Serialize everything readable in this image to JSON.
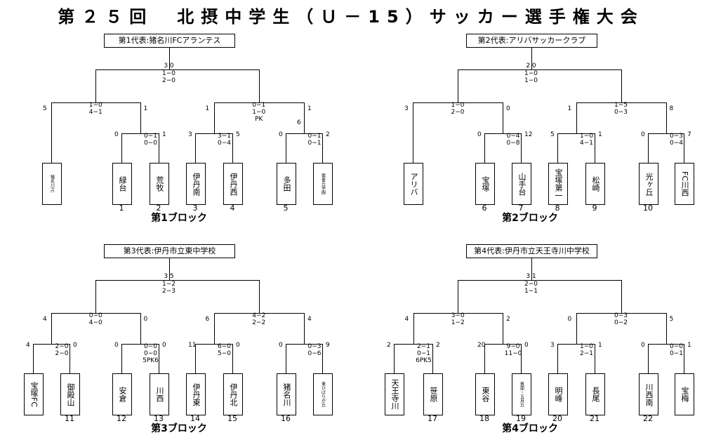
{
  "title": "第２５回　北摂中学生（Ｕ－15）サッカー選手権大会",
  "blocks": [
    {
      "name": "第1ブロック",
      "rep": "第1代表:猪名川FCアランテス",
      "final": {
        "score": "3 0",
        "games": [
          "1−0",
          "2−0"
        ]
      },
      "semis": [
        {
          "left": "5",
          "right": "1",
          "scores": [
            "1−0",
            "4−1"
          ]
        },
        {
          "left": "1",
          "right": "1",
          "scores": [
            "0−1",
            "1−0",
            "PK"
          ]
        }
      ],
      "r1": [
        {
          "left": "",
          "right": "",
          "scores": []
        },
        {
          "left": "0",
          "right": "1",
          "scores": [
            "0−1",
            "0−0"
          ]
        },
        {
          "left": "3",
          "right": "5",
          "scores": [
            "3−1",
            "0−4"
          ]
        },
        {
          "left": "0",
          "right": "2",
          "scores": [
            "0−1",
            "0−1"
          ]
        }
      ],
      "mid_labels": [
        "",
        "",
        "5",
        "6"
      ],
      "teams": [
        {
          "name": "猪名川FC",
          "seed": ""
        },
        {
          "name": "緑台",
          "seed": "1"
        },
        {
          "name": "荒牧",
          "seed": "2"
        },
        {
          "name": "伊丹南",
          "seed": "3"
        },
        {
          "name": "伊丹西",
          "seed": "4"
        },
        {
          "name": "多田",
          "seed": "5"
        },
        {
          "name": "雲雀丘学園",
          "seed": ""
        }
      ]
    },
    {
      "name": "第2ブロック",
      "rep": "第2代表:アリバサッカークラブ",
      "final": {
        "score": "2 0",
        "games": [
          "1−0",
          "1−0"
        ]
      },
      "semis": [
        {
          "left": "3",
          "right": "0",
          "scores": [
            "1−0",
            "2−0"
          ]
        },
        {
          "left": "1",
          "right": "8",
          "scores": [
            "1−5",
            "0−3"
          ]
        }
      ],
      "r1": [
        {
          "left": "",
          "right": "",
          "scores": []
        },
        {
          "left": "0",
          "right": "12",
          "scores": [
            "0−4",
            "0−8"
          ]
        },
        {
          "left": "5",
          "right": "1",
          "scores": [
            "1−0",
            "4−1"
          ]
        },
        {
          "left": "0",
          "right": "7",
          "scores": [
            "0−3",
            "0−4"
          ]
        }
      ],
      "mid_labels": [
        "",
        "",
        "",
        ""
      ],
      "teams": [
        {
          "name": "アリバ",
          "seed": ""
        },
        {
          "name": "宝塚",
          "seed": "6"
        },
        {
          "name": "山手台",
          "seed": "7"
        },
        {
          "name": "宝塚第一",
          "seed": "8"
        },
        {
          "name": "松崎",
          "seed": "9"
        },
        {
          "name": "光ヶ丘",
          "seed": "10"
        },
        {
          "name": "FC川西",
          "seed": ""
        }
      ]
    },
    {
      "name": "第3ブロック",
      "rep": "第3代表:伊丹市立東中学校",
      "final": {
        "score": "3 5",
        "games": [
          "1−2",
          "2−3"
        ]
      },
      "semis": [
        {
          "left": "4",
          "right": "0",
          "scores": [
            "0−0",
            "4−0"
          ]
        },
        {
          "left": "6",
          "right": "4",
          "scores": [
            "4−2",
            "2−2"
          ]
        }
      ],
      "r1": [
        {
          "left": "4",
          "right": "0",
          "scores": [
            "2−0",
            "2−0"
          ]
        },
        {
          "left": "0",
          "right": "0",
          "scores": [
            "0−0",
            "0−0",
            "5PK6"
          ]
        },
        {
          "left": "11",
          "right": "0",
          "scores": [
            "6−0",
            "5−0"
          ]
        },
        {
          "left": "0",
          "right": "9",
          "scores": [
            "0−3",
            "0−6"
          ]
        }
      ],
      "mid_labels": [
        "",
        "",
        "",
        ""
      ],
      "teams": [
        {
          "name": "宝塚FC",
          "seed": ""
        },
        {
          "name": "御殿山",
          "seed": "11"
        },
        {
          "name": "安倉",
          "seed": "12"
        },
        {
          "name": "川西",
          "seed": "13"
        },
        {
          "name": "伊丹東",
          "seed": "14"
        },
        {
          "name": "伊丹北",
          "seed": "15"
        },
        {
          "name": "猪名川",
          "seed": "16"
        },
        {
          "name": "東ひばりが丘",
          "seed": ""
        }
      ]
    },
    {
      "name": "第4ブロック",
      "rep": "第4代表:伊丹市立天王寺川中学校",
      "final": {
        "score": "3 1",
        "games": [
          "2−0",
          "1−1"
        ]
      },
      "semis": [
        {
          "left": "4",
          "right": "2",
          "scores": [
            "3−0",
            "1−2"
          ]
        },
        {
          "left": "0",
          "right": "5",
          "scores": [
            "0−3",
            "0−2"
          ]
        }
      ],
      "r1": [
        {
          "left": "2",
          "right": "2",
          "scores": [
            "2−1",
            "0−1",
            "6PK5"
          ]
        },
        {
          "left": "20",
          "right": "0",
          "scores": [
            "9−0",
            "11−0"
          ]
        },
        {
          "left": "3",
          "right": "1",
          "scores": [
            "1−0",
            "2−1"
          ]
        },
        {
          "left": "0",
          "right": "1",
          "scores": [
            "0−0",
            "0−1"
          ]
        }
      ],
      "mid_labels": [
        "",
        "",
        "",
        ""
      ],
      "teams": [
        {
          "name": "天王寺川",
          "seed": ""
        },
        {
          "name": "笹原",
          "seed": "17"
        },
        {
          "name": "東谷",
          "seed": "18"
        },
        {
          "name": "箕面・五月丘",
          "seed": "19"
        },
        {
          "name": "明峰",
          "seed": "20"
        },
        {
          "name": "長尾",
          "seed": "21"
        },
        {
          "name": "川西南",
          "seed": "22"
        },
        {
          "name": "宝梅",
          "seed": ""
        }
      ]
    }
  ]
}
